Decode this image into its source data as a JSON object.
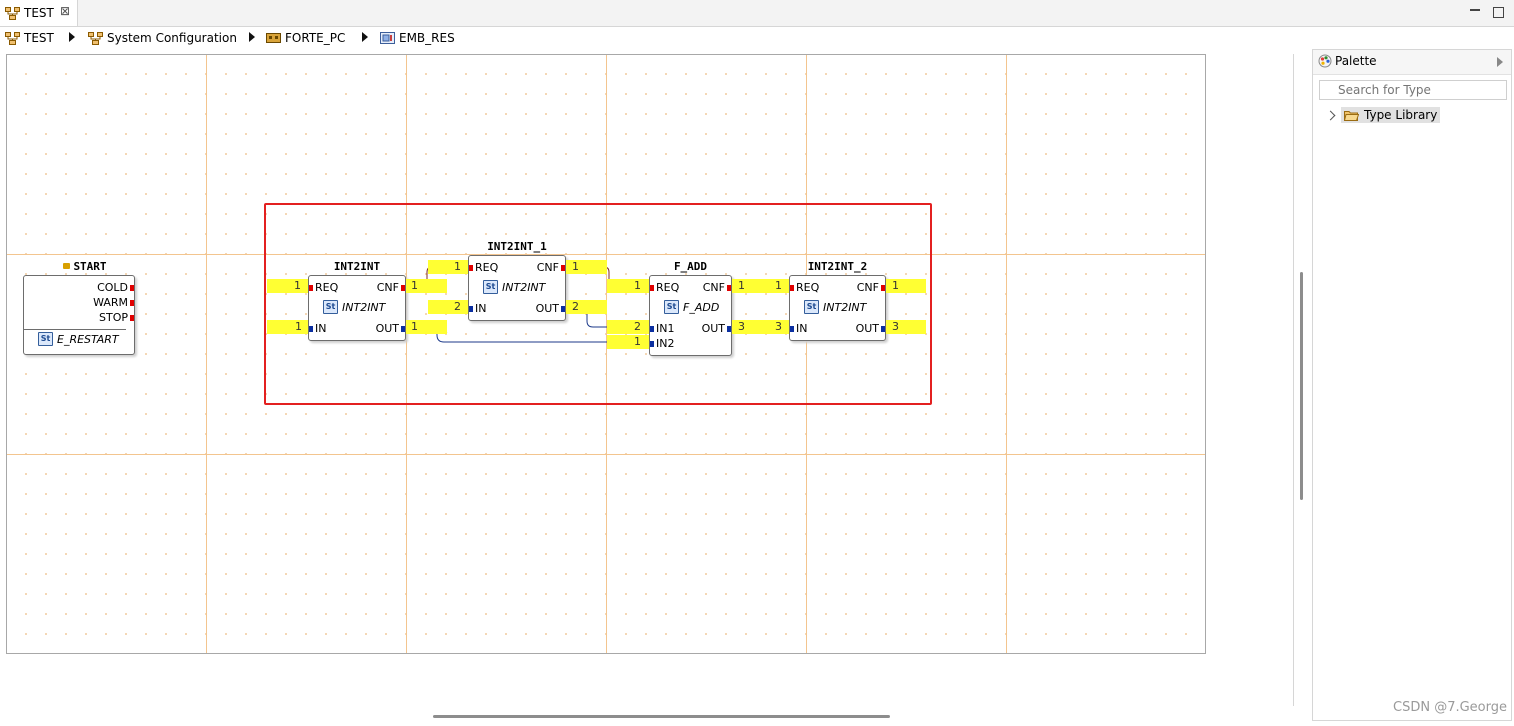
{
  "editor_tab": {
    "title": "TEST"
  },
  "breadcrumb": {
    "items": [
      "TEST",
      "System Configuration",
      "FORTE_PC",
      "EMB_RES"
    ]
  },
  "palette": {
    "title": "Palette",
    "search_placeholder": "Search for Type",
    "tree": [
      "Type Library"
    ]
  },
  "watermark": "CSDN @7.George",
  "blocks": {
    "start": {
      "name": "START",
      "type": "E_RESTART",
      "event_outputs": [
        "COLD",
        "WARM",
        "STOP"
      ]
    },
    "int2int": {
      "name": "INT2INT",
      "type": "INT2INT",
      "event_in": "REQ",
      "event_out": "CNF",
      "data_in": "IN",
      "data_out": "OUT"
    },
    "int2int_1": {
      "name": "INT2INT_1",
      "type": "INT2INT",
      "event_in": "REQ",
      "event_out": "CNF",
      "data_in": "IN",
      "data_out": "OUT"
    },
    "f_add": {
      "name": "F_ADD",
      "type": "F_ADD",
      "event_in": "REQ",
      "event_out": "CNF",
      "data_in": [
        "IN1",
        "IN2"
      ],
      "data_out": "OUT"
    },
    "int2int_2": {
      "name": "INT2INT_2",
      "type": "INT2INT",
      "event_in": "REQ",
      "event_out": "CNF",
      "data_in": "IN",
      "data_out": "OUT"
    }
  },
  "monitor_values": {
    "int2int_req_in": "1",
    "int2int_in": "1",
    "int2int_cnf": "1",
    "int2int_out": "1",
    "int2int_1_req": "1",
    "int2int_1_in": "2",
    "int2int_1_cnf": "1",
    "int2int_1_out": "2",
    "f_add_req": "1",
    "f_add_in1": "2",
    "f_add_in2": "1",
    "f_add_cnf": "1",
    "f_add_out": "3",
    "int2int_2_req": "1",
    "int2int_2_in": "3",
    "int2int_2_cnf": "1",
    "int2int_2_out": "3"
  },
  "colors": {
    "event_port": "#e00000",
    "data_port": "#0b2fa0",
    "monitor_highlight": "#ffff33",
    "selection_rect": "#e32020",
    "grid_major": "#f3c58f"
  }
}
